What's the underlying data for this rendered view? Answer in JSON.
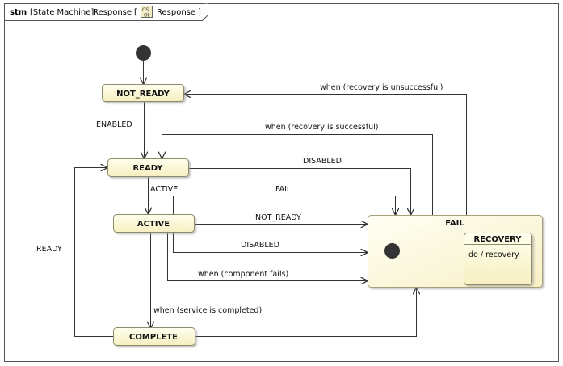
{
  "frame": {
    "keyword": "stm",
    "kind": "[State Machine]",
    "name": "Response",
    "bracket_open": "[",
    "badge_text": "CS\nOI",
    "context": "Response",
    "bracket_close": "]"
  },
  "states": {
    "not_ready": "NOT_READY",
    "ready": "READY",
    "active": "ACTIVE",
    "complete": "COMPLETE",
    "fail": "FAIL",
    "recovery": "RECOVERY",
    "recovery_do": "do / recovery"
  },
  "transitions": {
    "enabled": "ENABLED",
    "recovery_unsuccessful": "when (recovery is unsuccessful)",
    "recovery_successful": "when (recovery is successful)",
    "disabled_ready": "DISABLED",
    "active": "ACTIVE",
    "fail": "FAIL",
    "not_ready": "NOT_READY",
    "disabled_active": "DISABLED",
    "component_fails": "when (component fails)",
    "service_completed": "when (service is completed)",
    "ready": "READY"
  },
  "colors": {
    "state_fill_top": "#ffffe6",
    "state_fill_bottom": "#f7f0c2",
    "state_border": "#8c8c6a",
    "line": "#333333",
    "initial": "#333333"
  }
}
